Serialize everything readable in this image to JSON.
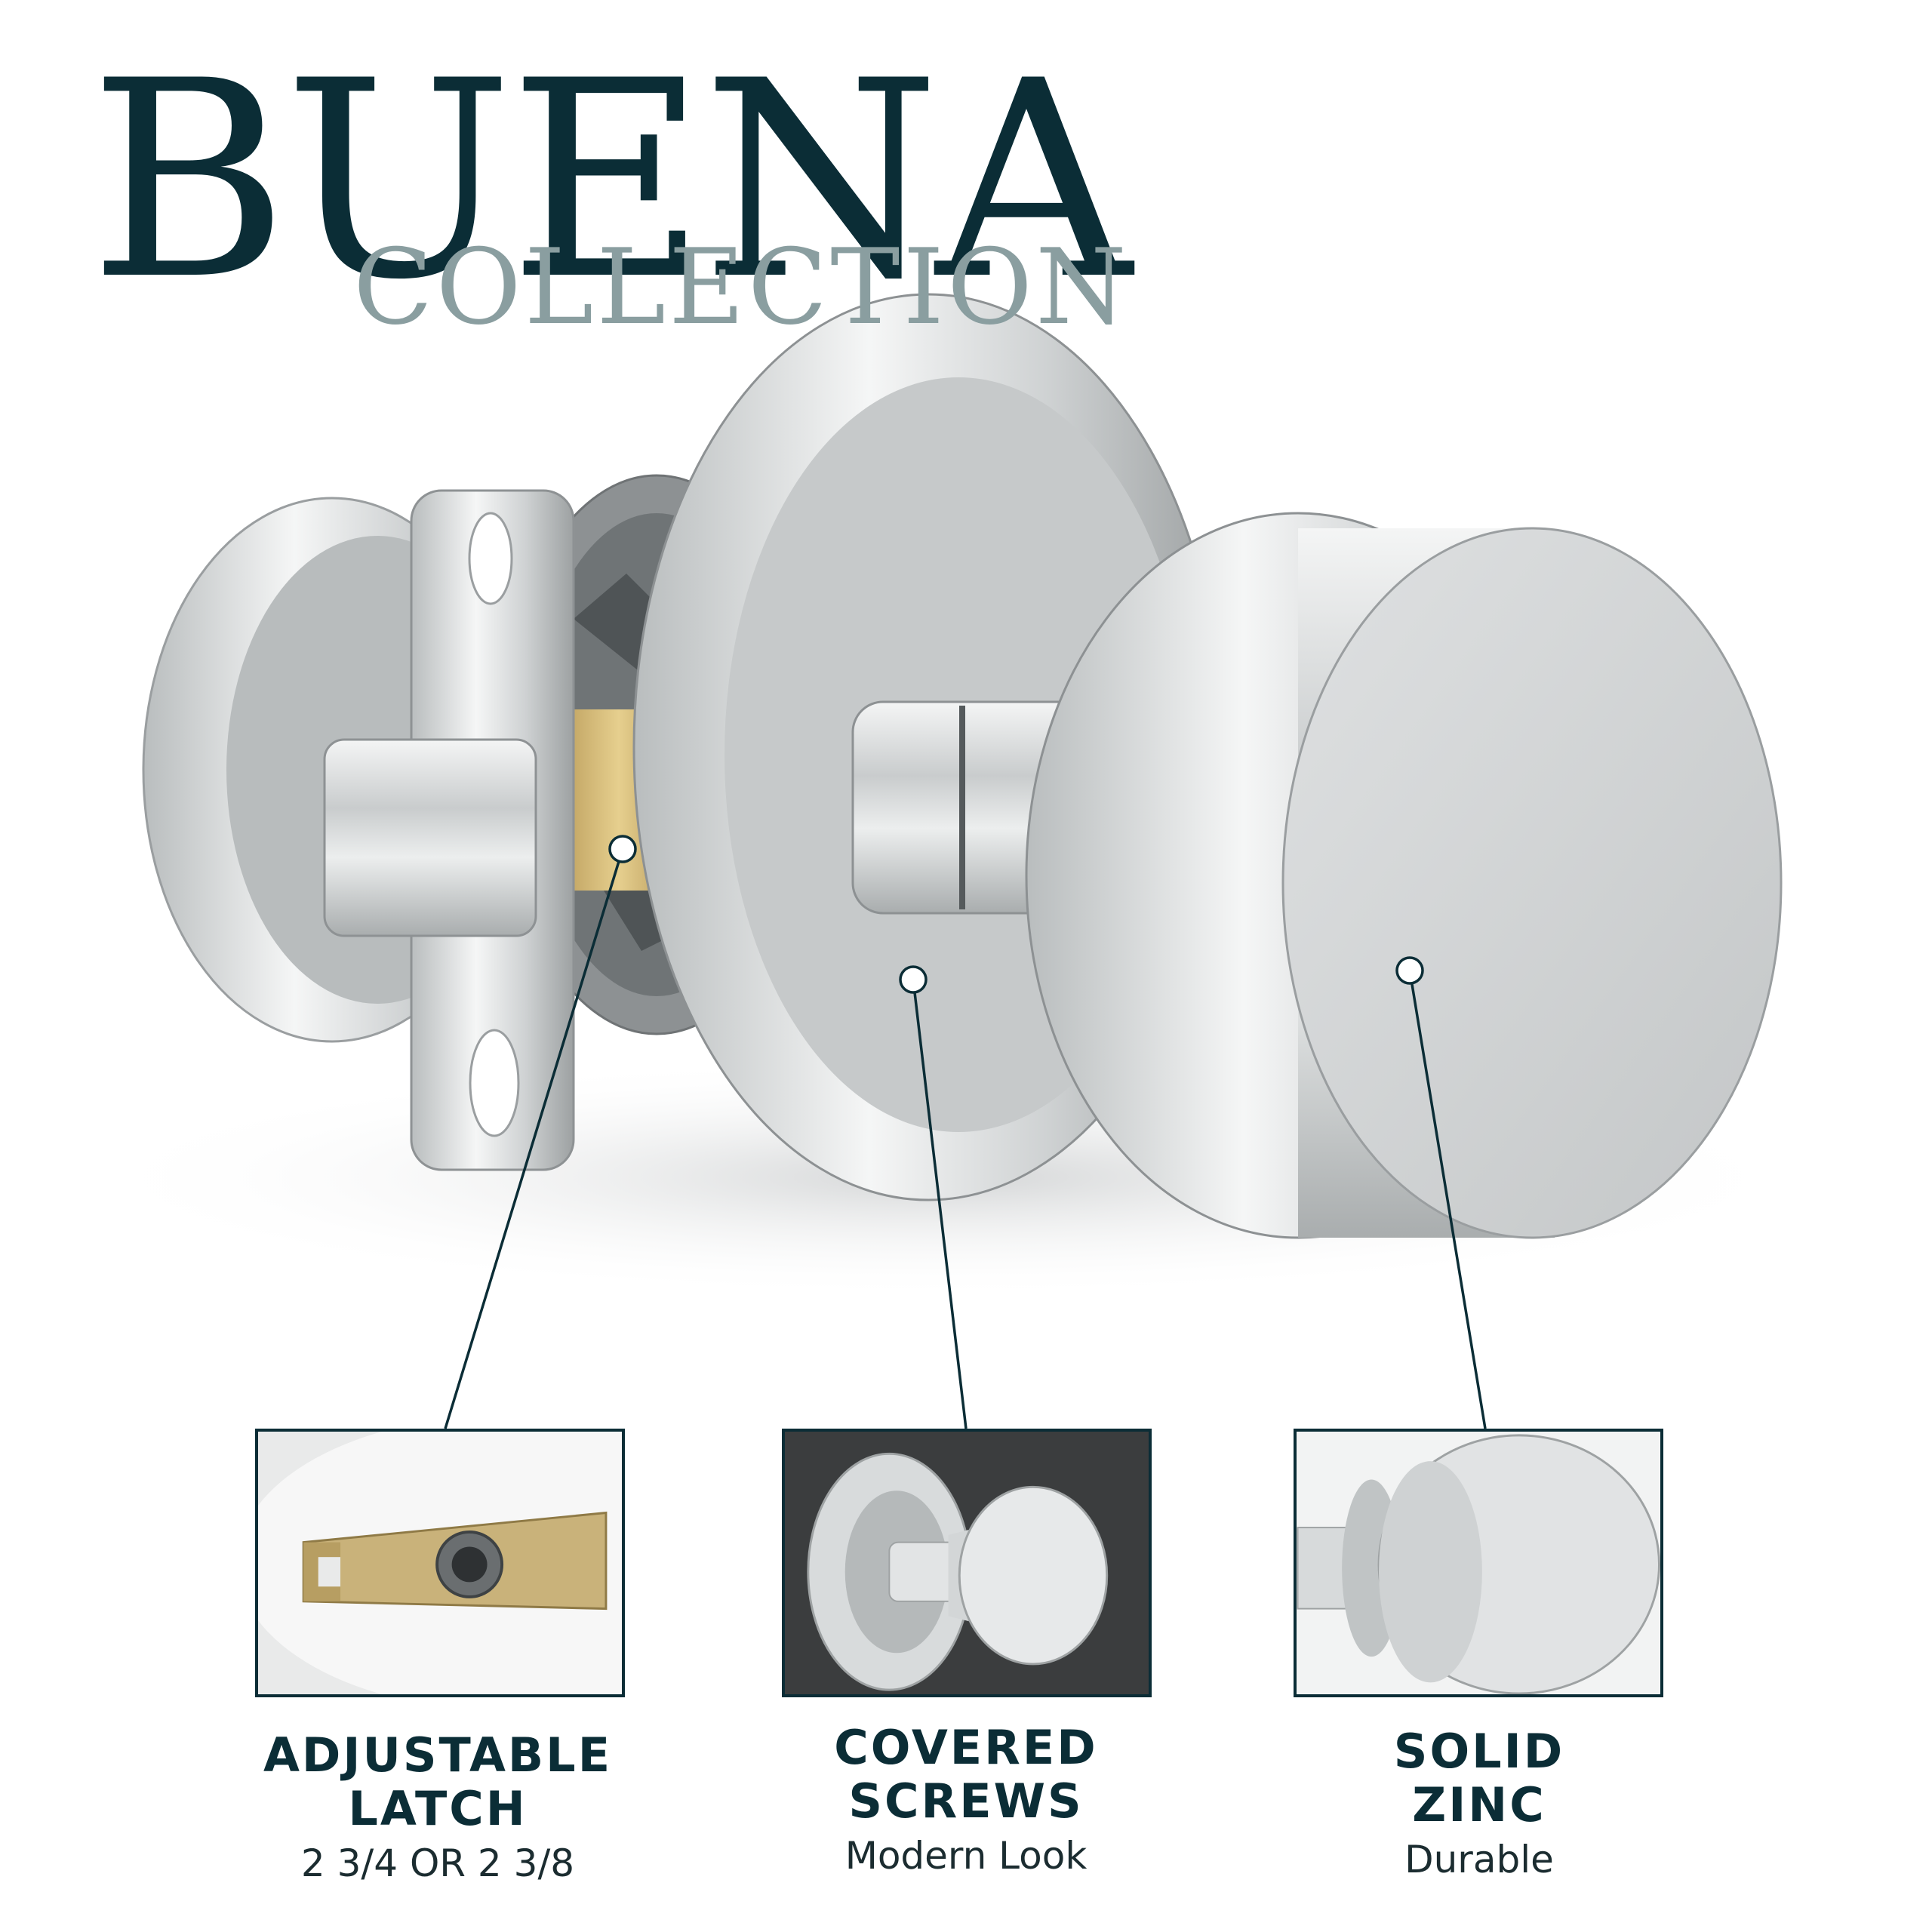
{
  "brand": {
    "title": "BUENA",
    "subtitle": "COLLECTION",
    "title_color": "#0b2d36",
    "subtitle_color": "#8a9ea0"
  },
  "features": [
    {
      "heading": "ADJUSTABLE\nLATCH",
      "detail": "2 3/4 OR 2 3/8"
    },
    {
      "heading": "COVERED\nSCREWS",
      "detail": "Modern Look"
    },
    {
      "heading": "SOLID\nZINC",
      "detail": "Durable"
    }
  ],
  "colors": {
    "chrome": "#d4d7d8",
    "brass": "#c9a862",
    "accent": "#0b2d36"
  }
}
